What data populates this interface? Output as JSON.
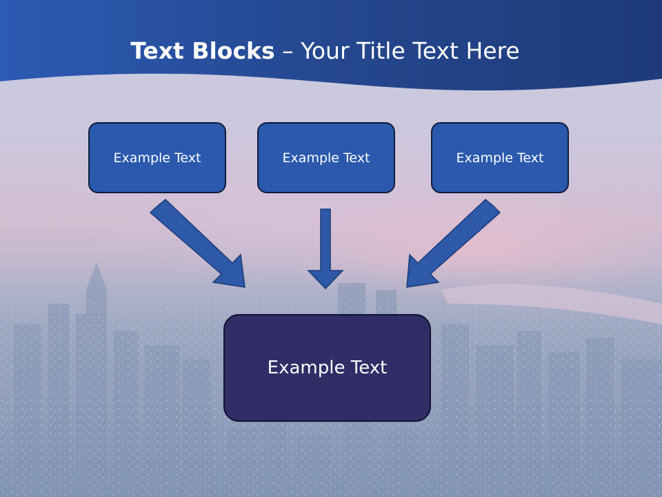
{
  "slide": {
    "title_bold": "Text Blocks",
    "title_dash": "–",
    "title_rest": "Your Title Text Here",
    "top_boxes": [
      {
        "label": "Example Text"
      },
      {
        "label": "Example Text"
      },
      {
        "label": "Example Text"
      }
    ],
    "bottom_box": {
      "label": "Example Text"
    }
  },
  "colors": {
    "title_band": "#2a4f9e",
    "top_box_fill": "#2a59ad",
    "bottom_box_fill": "#312d66",
    "arrow_fill": "#2d59a8"
  }
}
